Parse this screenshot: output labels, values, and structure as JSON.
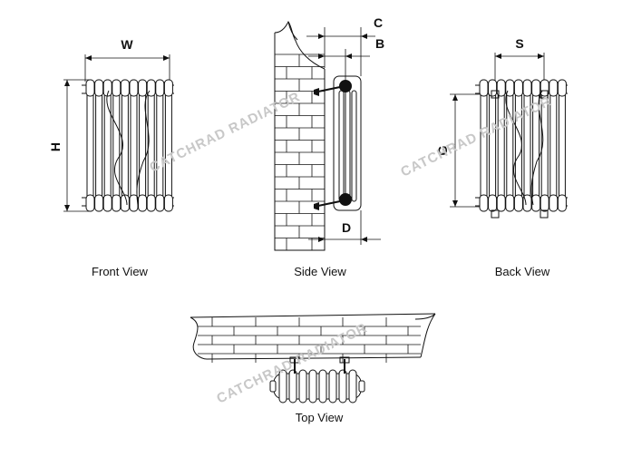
{
  "views": {
    "front": "Front View",
    "side": "Side View",
    "back": "Back View",
    "top": "Top View"
  },
  "dimensions": {
    "w": "W",
    "h": "H",
    "c": "C",
    "b": "B",
    "d": "D",
    "s": "S",
    "g": "G"
  },
  "watermark": "CATCHRAD RADIATOR"
}
